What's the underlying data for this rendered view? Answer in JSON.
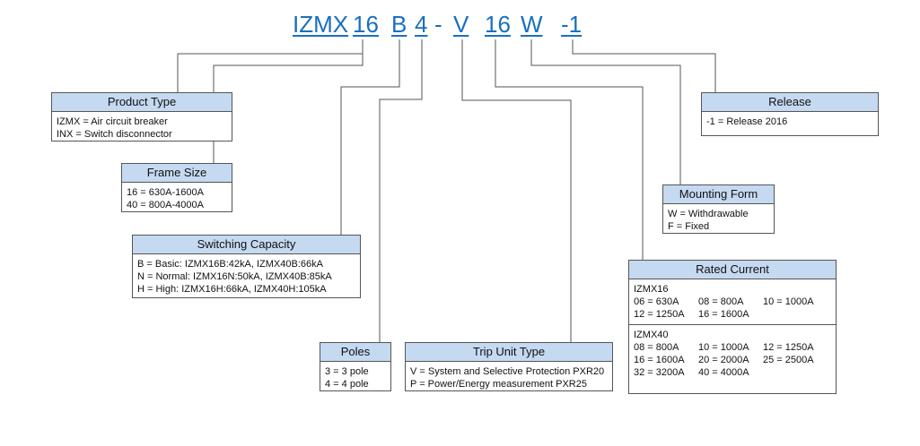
{
  "code": {
    "parts": [
      "IZMX",
      "16",
      "B",
      "4",
      "-",
      "V",
      "16",
      "W",
      "-1"
    ]
  },
  "product_type": {
    "title": "Product Type",
    "lines": [
      "IZMX = Air circuit breaker",
      "INX = Switch disconnector"
    ]
  },
  "frame_size": {
    "title": "Frame Size",
    "lines": [
      "16 = 630A-1600A",
      "40 = 800A-4000A"
    ]
  },
  "switching_capacity": {
    "title": "Switching Capacity",
    "lines": [
      "B = Basic: IZMX16B:42kA, IZMX40B:66kA",
      "N = Normal: IZMX16N:50kA, IZMX40B:85kA",
      "H = High: IZMX16H:66kA, IZMX40H:105kA"
    ]
  },
  "poles": {
    "title": "Poles",
    "lines": [
      "3 = 3 pole",
      "4 = 4 pole"
    ]
  },
  "trip_unit": {
    "title": "Trip Unit Type",
    "lines": [
      "V = System and Selective Protection PXR20",
      "P = Power/Energy measurement PXR25"
    ]
  },
  "release": {
    "title": "Release",
    "lines": [
      "-1 = Release 2016"
    ]
  },
  "mounting_form": {
    "title": "Mounting Form",
    "lines": [
      "W = Withdrawable",
      "F = Fixed"
    ]
  },
  "rated_current": {
    "title": "Rated Current",
    "izmx16": {
      "label": "IZMX16",
      "items": [
        "06 = 630A",
        "08 = 800A",
        "10 = 1000A",
        "12 = 1250A",
        "16 = 1600A",
        ""
      ]
    },
    "izmx40": {
      "label": "IZMX40",
      "items": [
        "08 = 800A",
        "10 = 1000A",
        "12 = 1250A",
        "16 = 1600A",
        "20 = 2000A",
        "25 = 2500A",
        "32 = 3200A",
        "40 = 4000A",
        ""
      ]
    }
  },
  "colors": {
    "code_text": "#1a6fc0",
    "box_header": "#c5d9f1",
    "line": "#555555"
  }
}
